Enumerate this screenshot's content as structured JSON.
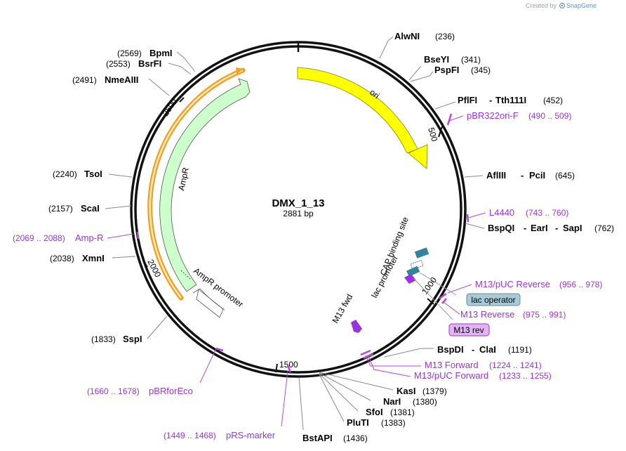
{
  "credit": {
    "prefix": "Created by",
    "brand": "SnapGene"
  },
  "plasmid": {
    "name": "DMX_1_13",
    "length_label": "2881 bp"
  },
  "ruler_labels": [
    "500",
    "1000",
    "1500",
    "2000",
    "2500"
  ],
  "features": {
    "ori": "ori",
    "ampr": "AmpR",
    "ampr_promoter": "AmpR promoter",
    "cap": "CAP binding site",
    "lac_promoter": "lac promoter",
    "m13_fwd": "M13 fwd"
  },
  "boxed_labels": {
    "lac_operator": "lac operator",
    "m13_rev": "M13 rev"
  },
  "enzymes": [
    {
      "name": "AlwNI",
      "pos": "(236)"
    },
    {
      "name": "BseYI",
      "pos": "(341)"
    },
    {
      "name": "PspFI",
      "pos": "(345)"
    },
    {
      "name": "PflFI",
      "name2": "Tth111I",
      "pos": "(452)"
    },
    {
      "name": "AflIII",
      "name2": "PciI",
      "pos": "(645)"
    },
    {
      "name": "BspQI",
      "name2": "EarI",
      "name3": "SapI",
      "pos": "(762)"
    },
    {
      "name": "BspDI",
      "name2": "ClaI",
      "pos": "(1191)"
    },
    {
      "name": "KasI",
      "pos": "(1379)"
    },
    {
      "name": "NarI",
      "pos": "(1380)"
    },
    {
      "name": "SfoI",
      "pos": "(1381)"
    },
    {
      "name": "PluTI",
      "pos": "(1383)"
    },
    {
      "name": "BstAPI",
      "pos": "(1436)"
    },
    {
      "name": "SspI",
      "pos": "(1833)"
    },
    {
      "name": "XmnI",
      "pos": "(2038)"
    },
    {
      "name": "ScaI",
      "pos": "(2157)"
    },
    {
      "name": "TsoI",
      "pos": "(2240)"
    },
    {
      "name": "NmeAIII",
      "pos": "(2491)"
    },
    {
      "name": "BsrFI",
      "pos": "(2553)"
    },
    {
      "name": "BpmI",
      "pos": "(2569)"
    }
  ],
  "primers": [
    {
      "name": "pBR322ori-F",
      "range": "(490 .. 509)"
    },
    {
      "name": "L4440",
      "range": "(743 .. 760)"
    },
    {
      "name": "M13/pUC Reverse",
      "range": "(956 .. 978)"
    },
    {
      "name": "M13 Reverse",
      "range": "(975 .. 991)"
    },
    {
      "name": "M13 Forward",
      "range": "(1224 .. 1241)"
    },
    {
      "name": "M13/pUC Forward",
      "range": "(1233 .. 1255)"
    },
    {
      "name": "pBRforEco",
      "range": "(1660 .. 1678)"
    },
    {
      "name": "pRS-marker",
      "range": "(1449 .. 1468)"
    },
    {
      "name": "Amp-R",
      "range": "(2069 .. 2088)"
    }
  ],
  "colors": {
    "ori": "#ffff00",
    "ampr": "#ccffcc",
    "ampr_promoter": "#ffffff",
    "cap": "#31849b",
    "lac_operator": "#a6cad8",
    "m13_feature": "#9933dd",
    "m13_rev_box": "#e3b3f5",
    "ampr_highlight": "#f0a020",
    "primer": "#b04ad8",
    "backbone": "#111111"
  }
}
